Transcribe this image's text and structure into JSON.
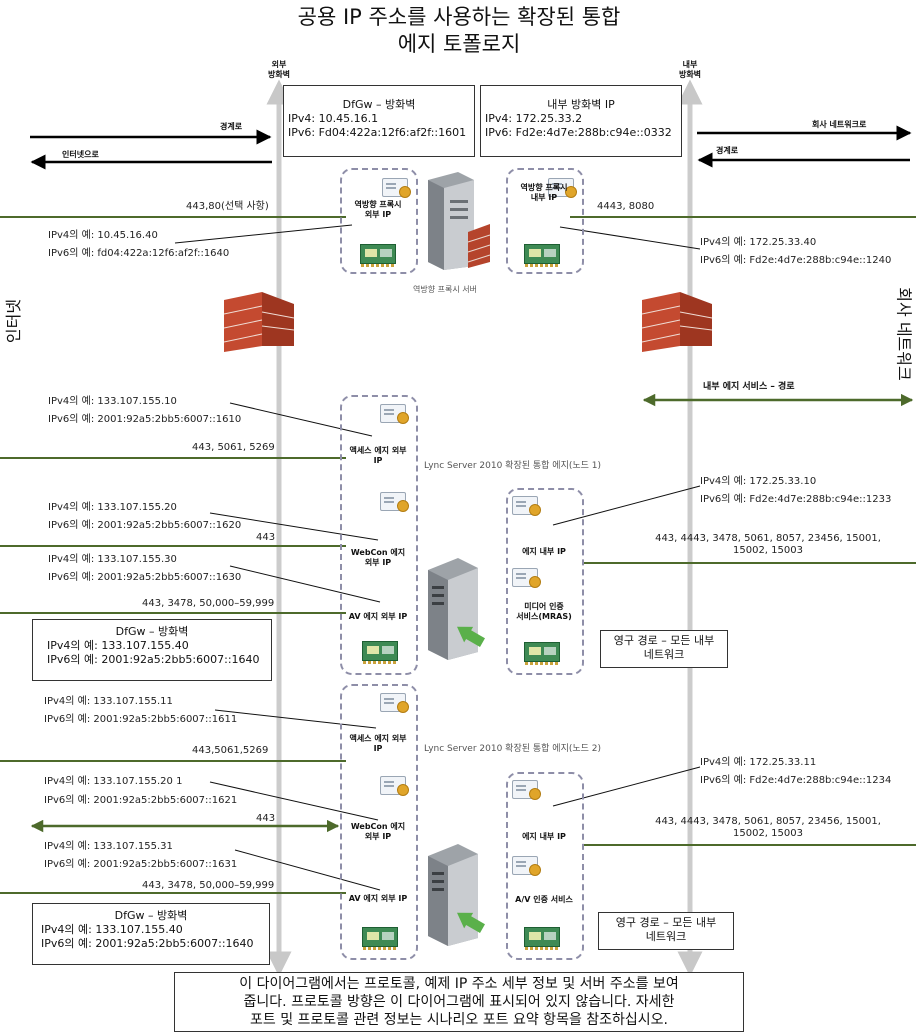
{
  "title": {
    "line1": "공용 IP 주소를 사용하는 확장된 통합",
    "line2": "에지 토폴로지"
  },
  "sides": {
    "left": "인터넷",
    "right": "회사 네트워크"
  },
  "firewalls": {
    "external": "외부\n방화벽",
    "internal": "내부\n방화벽"
  },
  "top_boxes": {
    "dfgw": {
      "title": "DfGw – 방화벽",
      "ipv4": "IPv4: 10.45.16.1",
      "ipv6": "IPv6: Fd04:422a:12f6:af2f::1601"
    },
    "internal_fw": {
      "title": "내부 방화벽 IP",
      "ipv4": "IPv4: 172.25.33.2",
      "ipv6": "IPv6: Fd2e:4d7e:288b:c94e::0332"
    }
  },
  "top_arrows": {
    "left_out": "경계로",
    "left_in": "인터넷으로",
    "right_corp": "회사 네트워크로",
    "right_edge": "경계로"
  },
  "reverse_proxy": {
    "server_label": "역방향 프록시 서버",
    "external_ip_label": "역방향 프록시\n외부 IP",
    "internal_ip_label": "역방향 프록시\n내부 IP",
    "ext_ports": "443,80(선택 사항)",
    "ext_ipv4": "IPv4의 예: 10.45.16.40",
    "ext_ipv6": "IPv6의 예: fd04:422a:12f6:af2f::1640",
    "int_ports": "4443, 8080",
    "int_ipv4": "IPv4의 예: 172.25.33.40",
    "int_ipv6": "IPv6의 예: Fd2e:4d7e:288b:c94e::1240"
  },
  "internal_route": "내부 에지 서비스 – 경로",
  "node1": {
    "label": "Lync Server 2010 확장된 통합 에지(노드 1)",
    "access_ipv4": "IPv4의 예: 133.107.155.10",
    "access_ipv6": "IPv6의 예: 2001:92a5:2bb5:6007::1610",
    "access_ports": "443, 5061, 5269",
    "access_label": "액세스 에지 외부\nIP",
    "webcon_ipv4": "IPv4의 예: 133.107.155.20",
    "webcon_ipv6": "IPv6의 예: 2001:92a5:2bb5:6007::1620",
    "webcon_ports": "443",
    "webcon_label": "WebCon 에지\n외부 IP",
    "av_ipv4": "IPv4의 예: 133.107.155.30",
    "av_ipv6": "IPv6의 예: 2001:92a5:2bb5:6007::1630",
    "av_ports": "443, 3478, 50,000–59,999",
    "av_label": "AV 에지 외부 IP",
    "int_ipv4": "IPv4의 예: 172.25.33.10",
    "int_ipv6": "IPv6의 예: Fd2e:4d7e:288b:c94e::1233",
    "int_ports": "443, 4443, 3478, 5061, 8057, 23456, 15001,\n15002, 15003",
    "int_label": "에지 내부 IP",
    "mras_label": "미디어 인증\n서비스(MRAS)",
    "dfgw_title": "DfGw – 방화벽",
    "dfgw_ipv4": "IPv4의 예: 133.107.155.40",
    "dfgw_ipv6": "IPv6의 예: 2001:92a5:2bb5:6007::1640",
    "persistent_route": "영구 경로 – 모든 내부\n네트워크"
  },
  "node2": {
    "label": "Lync Server 2010 확장된 통합 에지(노드 2)",
    "access_ipv4": "IPv4의 예: 133.107.155.11",
    "access_ipv6": "IPv6의 예: 2001:92a5:2bb5:6007::1611",
    "access_ports": "443,5061,5269",
    "access_label": "액세스 에지 외부\nIP",
    "webcon_ipv4": "IPv4의 예: 133.107.155.20 1",
    "webcon_ipv6": "IPv6의 예: 2001:92a5:2bb5:6007::1621",
    "webcon_ports": "443",
    "webcon_label": "WebCon 에지\n외부 IP",
    "av_ipv4": "IPv4의 예: 133.107.155.31",
    "av_ipv6": "IPv6의 예: 2001:92a5:2bb5:6007::1631",
    "av_ports": "443, 3478, 50,000–59,999",
    "av_label": "AV 에지 외부 IP",
    "int_ipv4": "IPv4의 예: 172.25.33.11",
    "int_ipv6": "IPv6의 예: Fd2e:4d7e:288b:c94e::1234",
    "int_ports": "443, 4443, 3478, 5061, 8057, 23456, 15001,\n15002, 15003",
    "int_label": "에지 내부 IP",
    "av_auth_label": "A/V 인증 서비스",
    "dfgw_title": "DfGw – 방화벽",
    "dfgw_ipv4": "IPv4의 예: 133.107.155.40",
    "dfgw_ipv6": "IPv6의 예: 2001:92a5:2bb5:6007::1640",
    "persistent_route": "영구 경로 – 모든 내부\n네트워크"
  },
  "footnote": "이 다이어그램에서는 프로토콜, 예제 IP 주소 세부 정보 및 서버 주소를 보여\n줍니다. 프로토콜 방향은 이 다이어그램에 표시되어 있지 않습니다. 자세한\n포트 및 프로토콜 관련 정보는 시나리오 포트 요약 항목을 참조하십시오."
}
